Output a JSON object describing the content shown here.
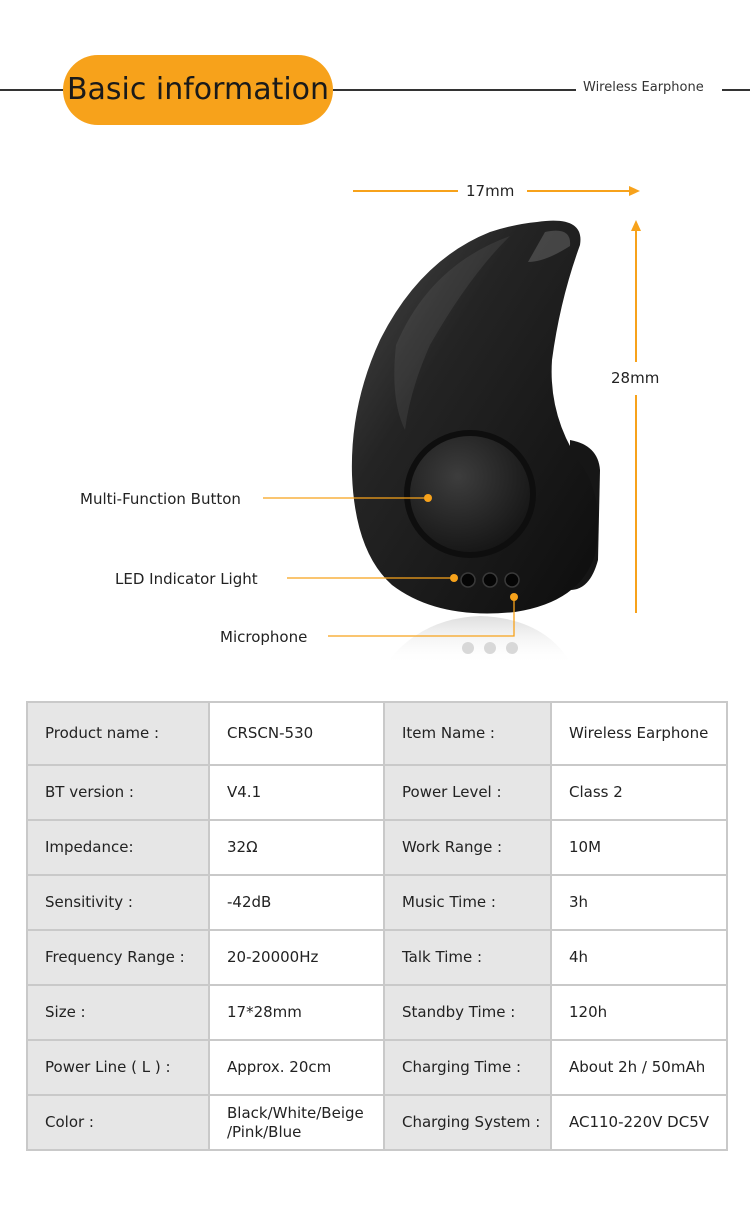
{
  "header": {
    "title": "Basic information",
    "subtitle": "Wireless Earphone"
  },
  "diagram": {
    "width_label": "17mm",
    "height_label": "28mm",
    "callouts": {
      "button": "Multi-Function Button",
      "led": "LED Indicator Light",
      "mic": "Microphone"
    },
    "colors": {
      "accent": "#f7a21b",
      "product": "#1f1f1f"
    }
  },
  "specs": [
    {
      "k1": "Product name :",
      "v1": "CRSCN-530",
      "k2": "Item Name :",
      "v2": "Wireless Earphone"
    },
    {
      "k1": "BT version :",
      "v1": "V4.1",
      "k2": "Power Level :",
      "v2": "Class 2"
    },
    {
      "k1": "Impedance:",
      "v1": "32Ω",
      "k2": "Work Range :",
      "v2": "10M"
    },
    {
      "k1": "Sensitivity :",
      "v1": "-42dB",
      "k2": "Music Time :",
      "v2": "3h"
    },
    {
      "k1": "Frequency Range :",
      "v1": "20-20000Hz",
      "k2": "Talk Time :",
      "v2": "4h"
    },
    {
      "k1": "Size :",
      "v1": "17*28mm",
      "k2": "Standby Time :",
      "v2": "120h"
    },
    {
      "k1": "Power Line ( L ) :",
      "v1": "Approx. 20cm",
      "k2": "Charging Time :",
      "v2": "About 2h / 50mAh"
    },
    {
      "k1": "Color :",
      "v1": "Black/White/Beige /Pink/Blue",
      "k2": "Charging System :",
      "v2": "AC110-220V DC5V"
    }
  ]
}
